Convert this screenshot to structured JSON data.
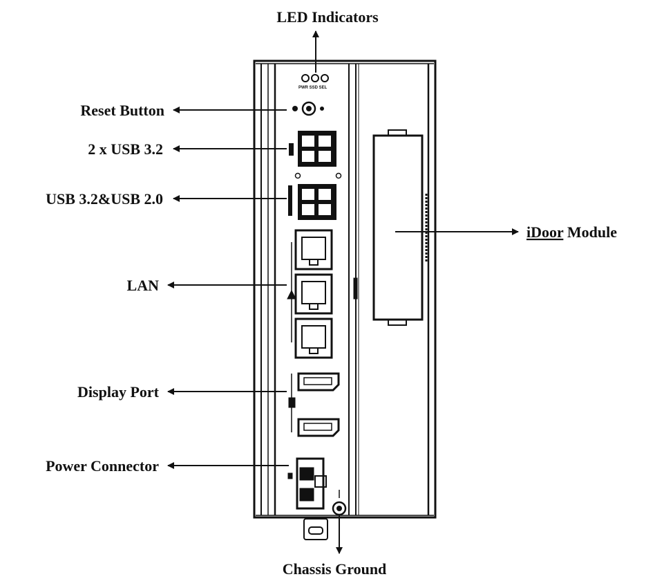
{
  "labels": {
    "led_indicators": "LED Indicators",
    "reset_button": "Reset Button",
    "usb_32_pair": "2 x USB 3.2",
    "usb_32_20": "USB 3.2&USB 2.0",
    "idoor_module_prefix": "iDoor",
    "idoor_module_suffix": " Module",
    "lan": "LAN",
    "display_port": "Display Port",
    "power_connector": "Power Connector",
    "chassis_ground": "Chassis Ground"
  },
  "led_marks": "PWR SSD SEL",
  "colors": {
    "ink": "#111111",
    "panel": "#ffffff",
    "spellcheck": "#c0392b"
  }
}
